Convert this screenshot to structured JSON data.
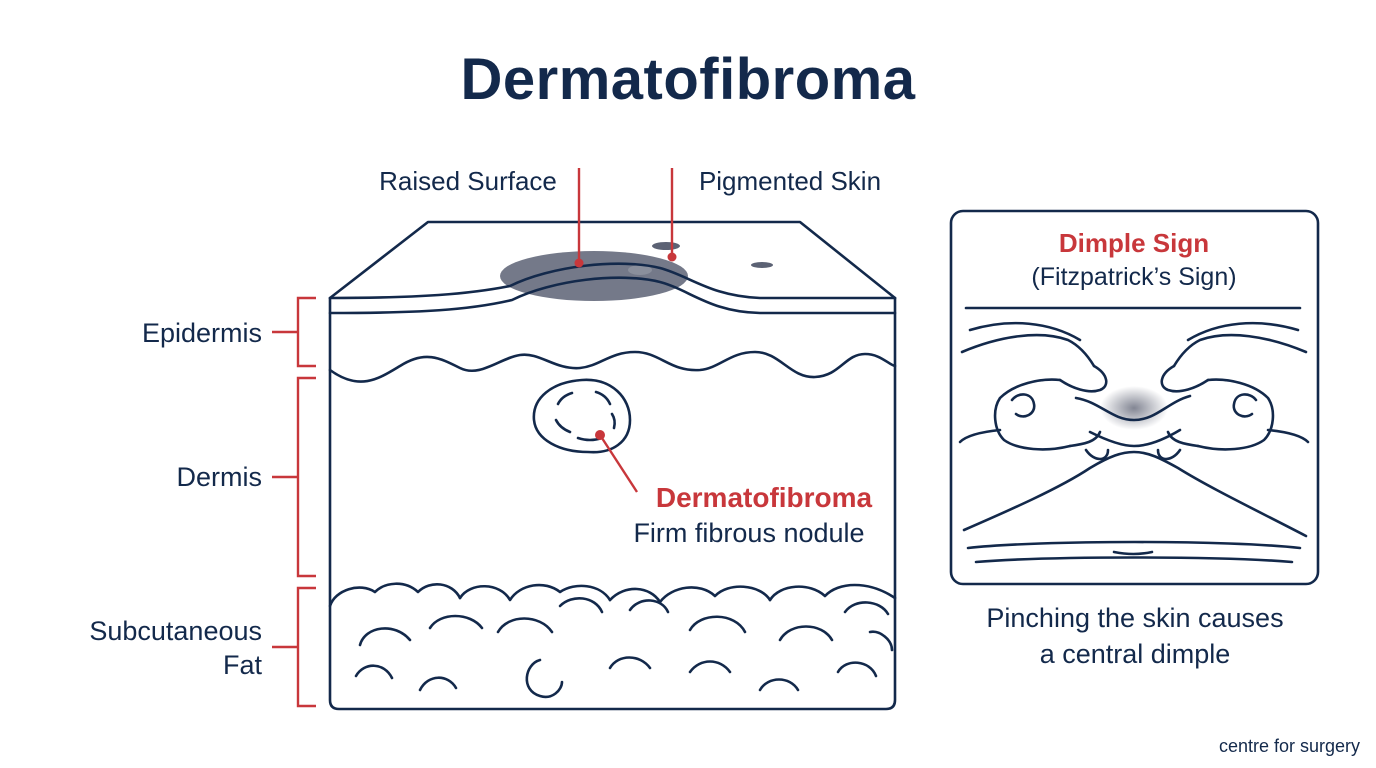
{
  "title": "Dermatofibroma",
  "labels": {
    "raised_surface": "Raised Surface",
    "pigmented_skin": "Pigmented Skin",
    "epidermis": "Epidermis",
    "dermis": "Dermis",
    "subcutaneous_line1": "Subcutaneous",
    "subcutaneous_line2": "Fat",
    "lesion_name": "Dermatofibroma",
    "lesion_desc": "Firm fibrous nodule"
  },
  "inset": {
    "title": "Dimple Sign",
    "subtitle": "(Fitzpatrick’s Sign)",
    "caption_line1": "Pinching the skin causes",
    "caption_line2": "a central dimple"
  },
  "credit": "centre for surgery",
  "colors": {
    "navy": "#13294b",
    "accent_red": "#c8373b",
    "pigment": "#5c6274"
  }
}
